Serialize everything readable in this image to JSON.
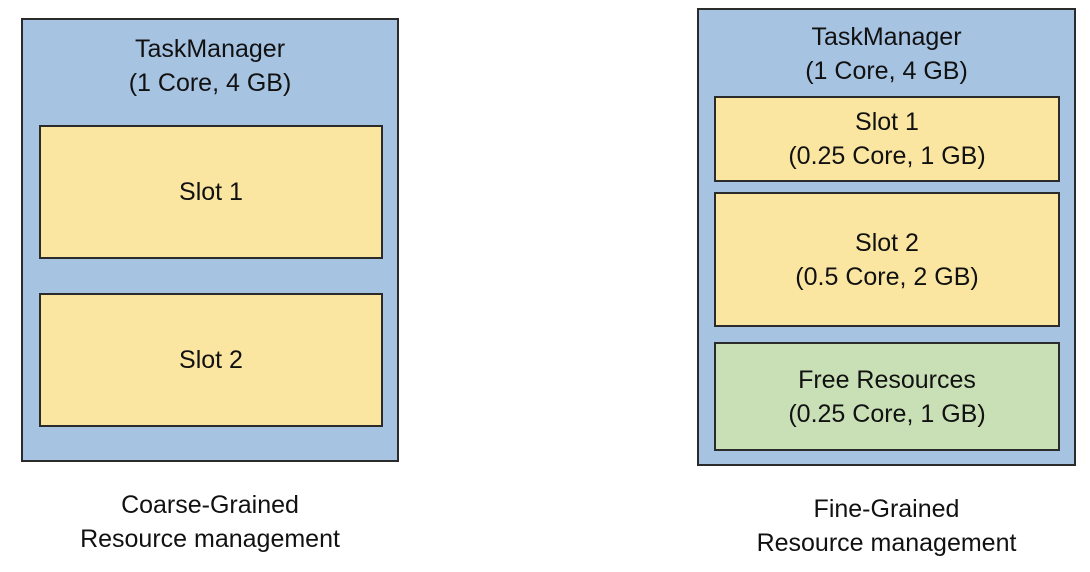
{
  "coarse": {
    "taskmanager_title": "TaskManager",
    "taskmanager_resources": "(1 Core, 4 GB)",
    "slots": [
      {
        "name": "Slot 1"
      },
      {
        "name": "Slot 2"
      }
    ],
    "caption_line1": "Coarse-Grained",
    "caption_line2": "Resource management"
  },
  "fine": {
    "taskmanager_title": "TaskManager",
    "taskmanager_resources": "(1 Core, 4 GB)",
    "slots": [
      {
        "name": "Slot 1",
        "resources": "(0.25 Core, 1 GB)"
      },
      {
        "name": "Slot 2",
        "resources": "(0.5 Core, 2 GB)"
      }
    ],
    "free": {
      "name": "Free Resources",
      "resources": "(0.25 Core, 1 GB)"
    },
    "caption_line1": "Fine-Grained",
    "caption_line2": "Resource management"
  },
  "colors": {
    "taskmanager_fill": "#a6c3e2",
    "slot_fill": "#fae6a1",
    "free_fill": "#c9e0b7",
    "border": "#2b2b2b"
  }
}
